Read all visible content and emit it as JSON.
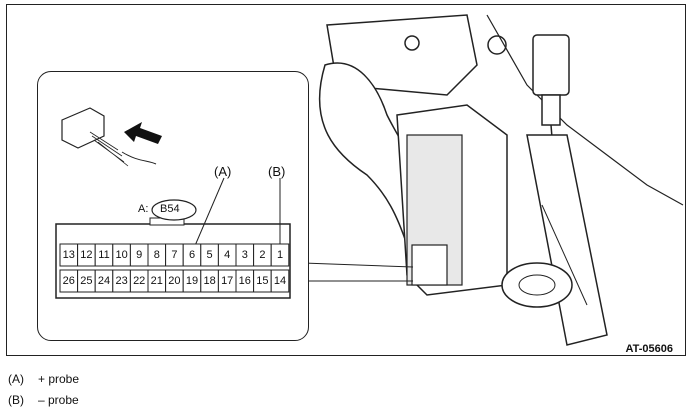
{
  "figure_id": "AT-05606",
  "connector": {
    "prefix": "A:",
    "name": "B54",
    "top_row": [
      "13",
      "12",
      "11",
      "10",
      "9",
      "8",
      "7",
      "6",
      "5",
      "4",
      "3",
      "2",
      "1"
    ],
    "bottom_row": [
      "26",
      "25",
      "24",
      "23",
      "22",
      "21",
      "20",
      "19",
      "18",
      "17",
      "16",
      "15",
      "14"
    ]
  },
  "callouts": {
    "a": "(A)",
    "b": "(B)"
  },
  "legend": [
    {
      "key": "(A)",
      "text": "+ probe"
    },
    {
      "key": "(B)",
      "text": "– probe"
    }
  ],
  "colors": {
    "line": "#222222",
    "shade": "#d9d9d9"
  }
}
